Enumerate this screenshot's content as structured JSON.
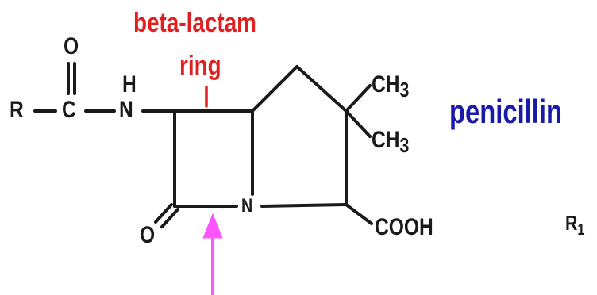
{
  "labels": {
    "beta_lactam": "beta-lactam",
    "ring": "ring",
    "compound": "penicillin"
  },
  "atoms": {
    "r": "R",
    "c": "C",
    "o_top": "O",
    "h": "H",
    "n_amide": "N",
    "n_ring": "N",
    "o_lactam": "O",
    "ch3_top": "CH",
    "ch3_top_sub": "3",
    "ch3_bottom": "CH",
    "ch3_bottom_sub": "3",
    "cooh": "COOH",
    "r1": "R",
    "r1_sub": "1"
  },
  "colors": {
    "bond": "#1a1a1a",
    "label_red": "#e02020",
    "label_blue": "#1a1aa8",
    "arrow_magenta": "#ff55ff"
  }
}
